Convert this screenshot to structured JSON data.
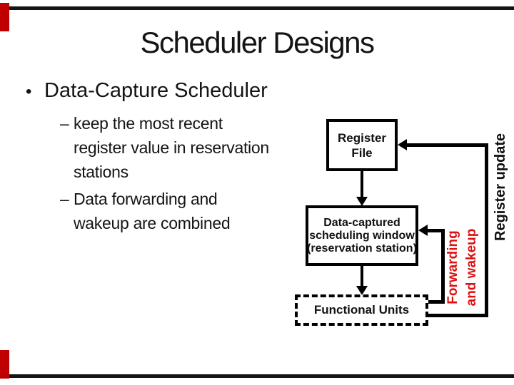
{
  "slide": {
    "title": "Scheduler Designs",
    "accent_color": "#c00000",
    "rule_color": "#151515"
  },
  "bullets": {
    "main": {
      "marker": "•",
      "text": "Data-Capture Scheduler"
    },
    "sub": [
      {
        "marker": "–",
        "lines": [
          "keep the most recent",
          "register value in reservation",
          "stations"
        ]
      },
      {
        "marker": "–",
        "lines": [
          "Data forwarding and",
          "wakeup are combined"
        ]
      }
    ]
  },
  "diagram": {
    "register_file": {
      "lines": [
        "Register",
        "File"
      ]
    },
    "scheduling_window": {
      "lines": [
        "Data-captured",
        "scheduling window",
        "(reservation station)"
      ]
    },
    "functional_units": {
      "label": "Functional Units"
    },
    "labels": {
      "register_update": {
        "text": "Register update",
        "color": "#111111"
      },
      "forwarding": {
        "lines": [
          "Forwarding",
          "and wakeup"
        ],
        "color": "#dd1111"
      }
    }
  }
}
